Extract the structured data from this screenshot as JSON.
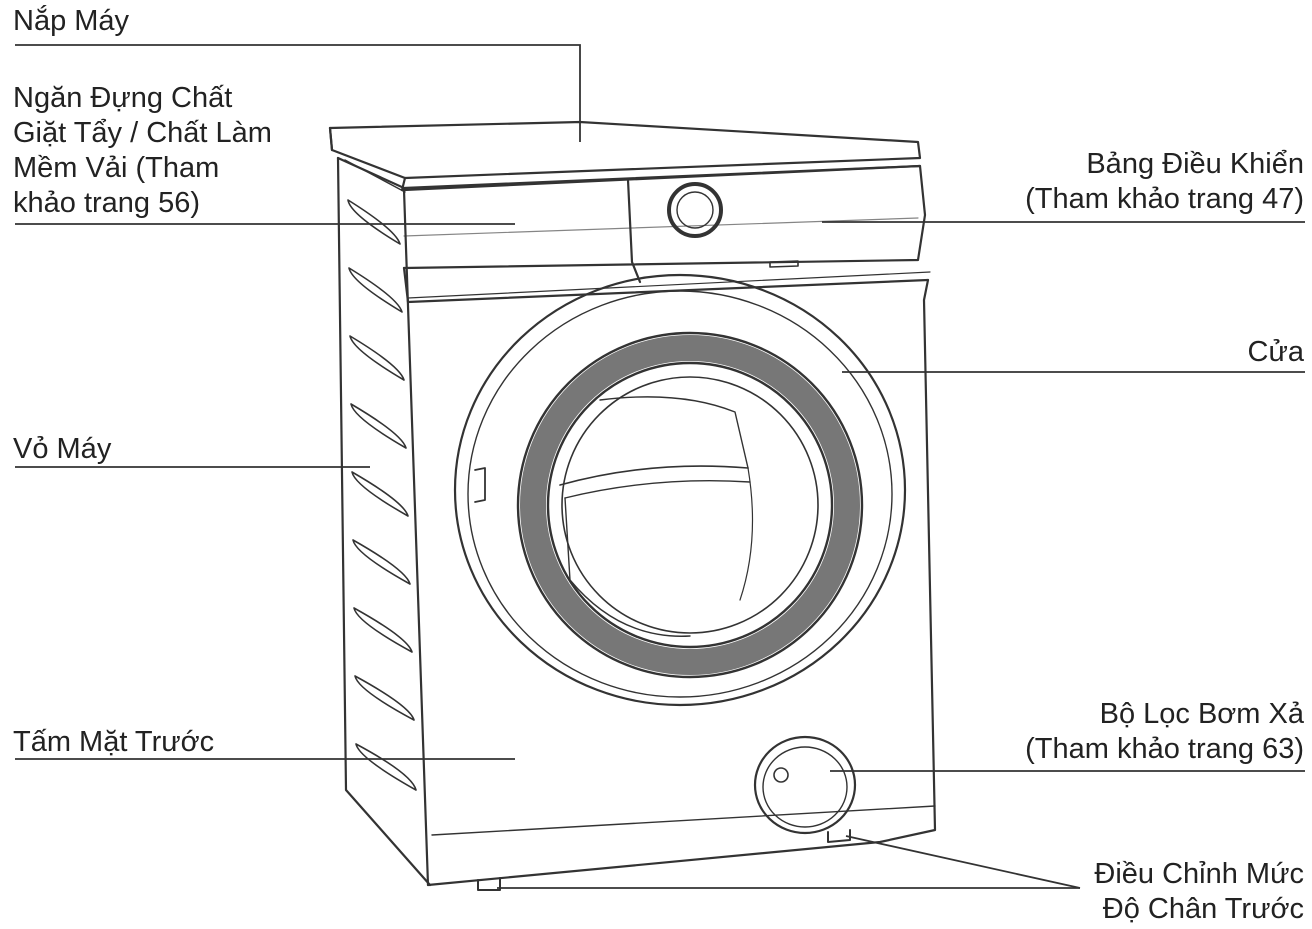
{
  "colors": {
    "line": "#333333",
    "text": "#222222",
    "gasket": "#777777",
    "background": "#ffffff"
  },
  "labels": {
    "top_cover": [
      "Nắp Máy"
    ],
    "detergent_drawer": [
      "Ngăn Đựng Chất",
      "Giặt Tẩy / Chất Làm",
      "Mềm Vải (Tham",
      "khảo trang 56)"
    ],
    "control_panel": [
      "Bảng Điều Khiển",
      "(Tham khảo trang 47)"
    ],
    "door": [
      "Cửa"
    ],
    "cabinet": [
      "Vỏ Máy"
    ],
    "front_panel": [
      "Tấm Mặt Trước"
    ],
    "drain_pump_filter": [
      "Bộ Lọc Bơm Xả",
      "(Tham khảo trang 63)"
    ],
    "leveling_feet": [
      "Điều Chỉnh Mức",
      "Độ Chân Trước"
    ]
  }
}
